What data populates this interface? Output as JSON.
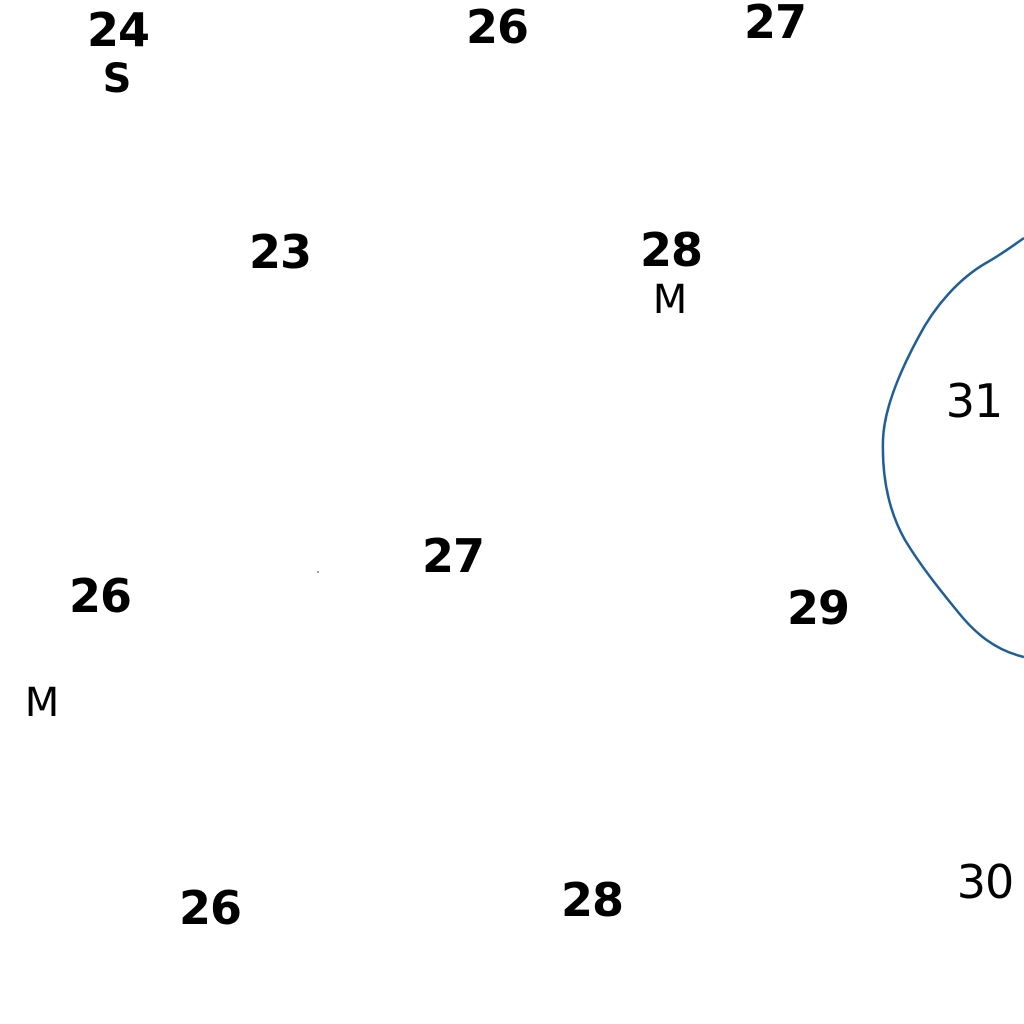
{
  "colors": {
    "background": "#ffffff",
    "text": "#000000",
    "depth_contour": "#1f5f99"
  },
  "soundings": [
    {
      "id": "s1",
      "value": "24"
    },
    {
      "id": "s2",
      "value": "26"
    },
    {
      "id": "s3",
      "value": "27"
    },
    {
      "id": "s4",
      "value": "23"
    },
    {
      "id": "s5",
      "value": "28"
    },
    {
      "id": "s6",
      "value": "31"
    },
    {
      "id": "s7",
      "value": "27"
    },
    {
      "id": "s8",
      "value": "26"
    },
    {
      "id": "s9",
      "value": "29"
    },
    {
      "id": "s10",
      "value": "26"
    },
    {
      "id": "s11",
      "value": "28"
    },
    {
      "id": "s12",
      "value": "30"
    }
  ],
  "bottom_types": [
    {
      "id": "b1",
      "code": "S"
    },
    {
      "id": "b2",
      "code": "M"
    },
    {
      "id": "b3",
      "code": "M"
    }
  ]
}
